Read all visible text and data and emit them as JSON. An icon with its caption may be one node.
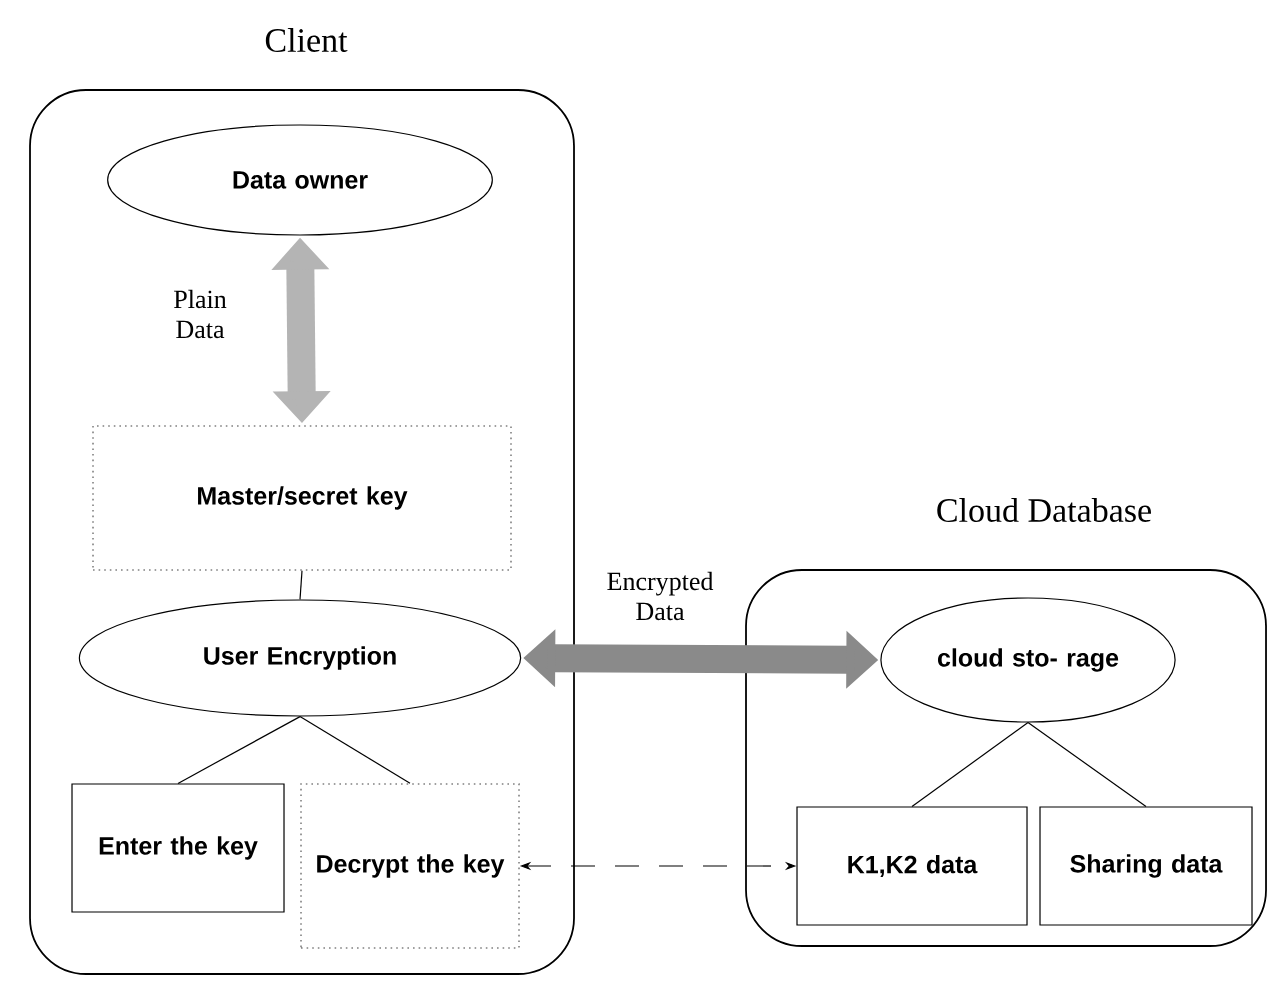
{
  "diagram": {
    "nodes": [
      {
        "text": [
          "Client"
        ]
      },
      {
        "text": [
          "Data owner"
        ],
        "in": 0
      },
      {
        "text": [
          "Master/secret key"
        ],
        "in": 0
      },
      {
        "text": [
          "User Encryption"
        ],
        "in": 0
      },
      {
        "text": [
          "Enter the key"
        ],
        "in": 0
      },
      {
        "text": [
          "Decrypt the key"
        ],
        "in": 0
      },
      {
        "text": [
          "Cloud Database"
        ]
      },
      {
        "text": [
          "cloud sto- rage"
        ],
        "in": 6
      },
      {
        "text": [
          "K1,K2 data"
        ],
        "in": 6
      },
      {
        "text": [
          "Sharing data"
        ],
        "in": 6
      }
    ],
    "edges": [
      {
        "from": 1,
        "to": 2,
        "arrow": "both",
        "label": "Plain Data",
        "style": "thick",
        "color": "#b4b4b4"
      },
      {
        "from": 2,
        "to": 3,
        "arrow": "none"
      },
      {
        "from": 3,
        "to": 4,
        "arrow": "none"
      },
      {
        "from": 3,
        "to": 5,
        "arrow": "none"
      },
      {
        "from": 3,
        "to": 7,
        "arrow": "both",
        "label": "Encrypted Data",
        "style": "thick",
        "color": "#8a8a8a"
      },
      {
        "from": 5,
        "to": 8,
        "arrow": "both",
        "style": "dashed"
      },
      {
        "from": 7,
        "to": 8,
        "arrow": "none"
      },
      {
        "from": 7,
        "to": 9,
        "arrow": "none"
      }
    ]
  }
}
